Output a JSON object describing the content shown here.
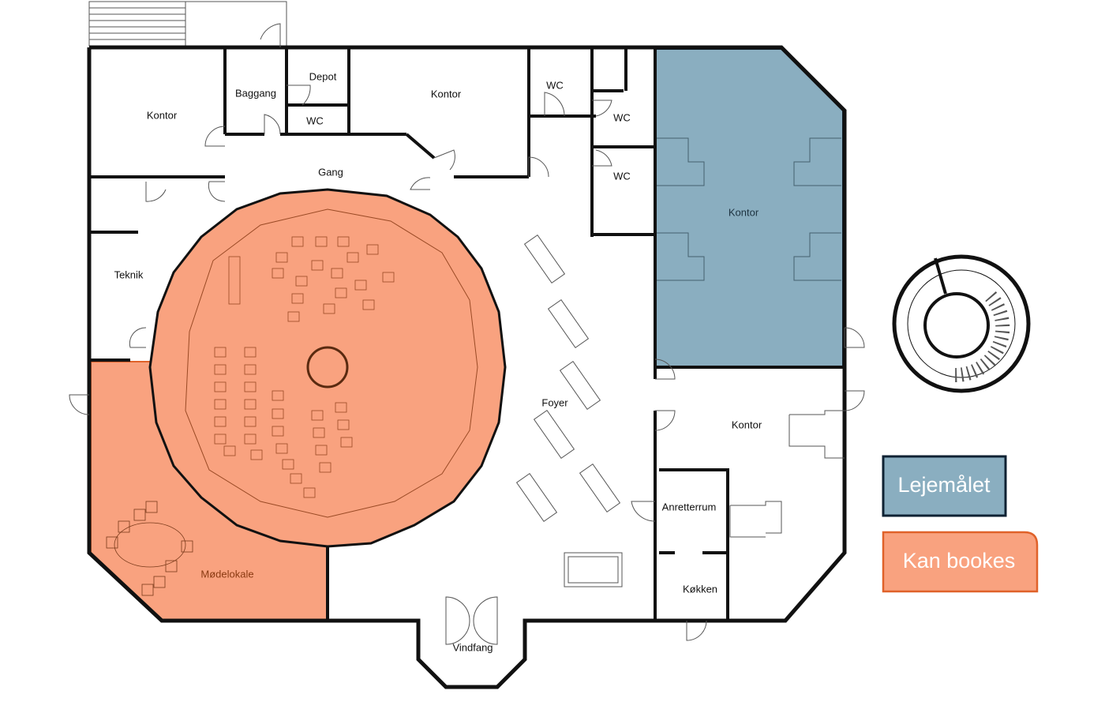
{
  "colors": {
    "leased_fill": "#8aaec0",
    "leased_stroke": "#0f2233",
    "bookable_fill": "#f9a27f",
    "bookable_stroke": "#e0622a"
  },
  "rooms": {
    "kontor_nw": "Kontor",
    "baggang": "Baggang",
    "depot": "Depot",
    "wc_small": "WC",
    "kontor_n": "Kontor",
    "wc_1": "WC",
    "wc_2": "WC",
    "wc_3": "WC",
    "gang": "Gang",
    "teknik": "Teknik",
    "kontor_leased": "Kontor",
    "foyer": "Foyer",
    "kontor_e": "Kontor",
    "anretterrum": "Anretterrum",
    "kokken": "Køkken",
    "modelokale": "Mødelokale",
    "vindfang": "Vindfang"
  },
  "legend": {
    "leased": "Lejemålet",
    "bookable": "Kan bookes"
  }
}
